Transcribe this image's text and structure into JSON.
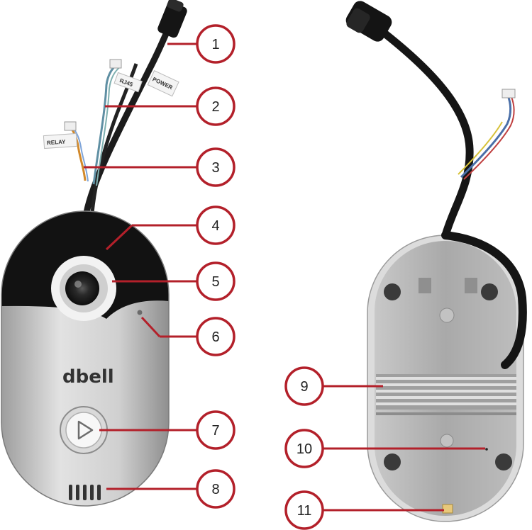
{
  "product": {
    "brand_label": "dbell"
  },
  "wire_tags": {
    "rj45": "RJ45",
    "power": "POWER",
    "relay": "RELAY"
  },
  "callouts": [
    {
      "number": "1"
    },
    {
      "number": "2"
    },
    {
      "number": "3"
    },
    {
      "number": "4"
    },
    {
      "number": "5"
    },
    {
      "number": "6"
    },
    {
      "number": "7"
    },
    {
      "number": "8"
    },
    {
      "number": "9"
    },
    {
      "number": "10"
    },
    {
      "number": "11"
    }
  ],
  "colors": {
    "callout_line": "#b3202a",
    "callout_ring": "#b3202a",
    "front_dark": "#1a1a1a",
    "front_silver": "#c9c9c9",
    "back_plate": "#b5b5b5"
  }
}
